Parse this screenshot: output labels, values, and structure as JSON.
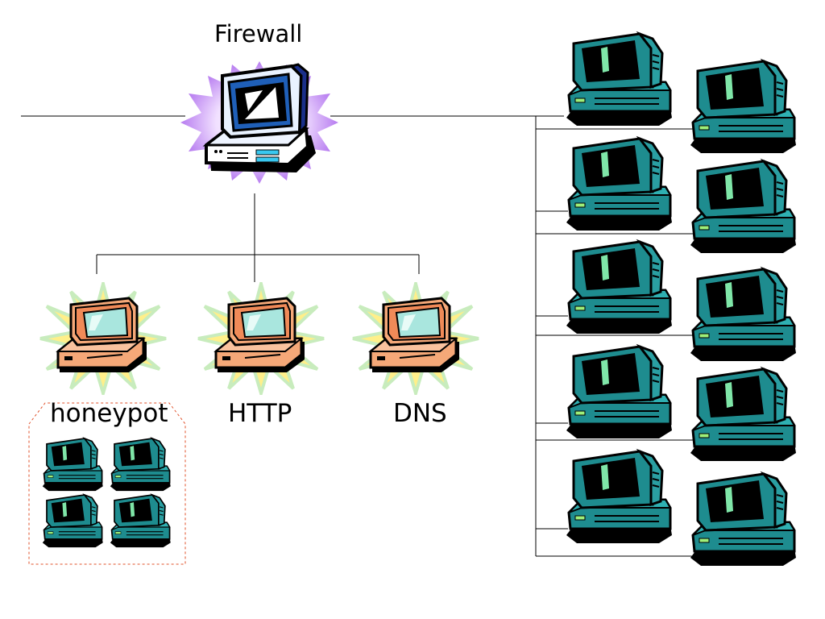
{
  "diagram": {
    "firewall": {
      "label": "Firewall"
    },
    "servers": [
      {
        "label": "honeypot"
      },
      {
        "label": "HTTP"
      },
      {
        "label": "DNS"
      }
    ]
  }
}
